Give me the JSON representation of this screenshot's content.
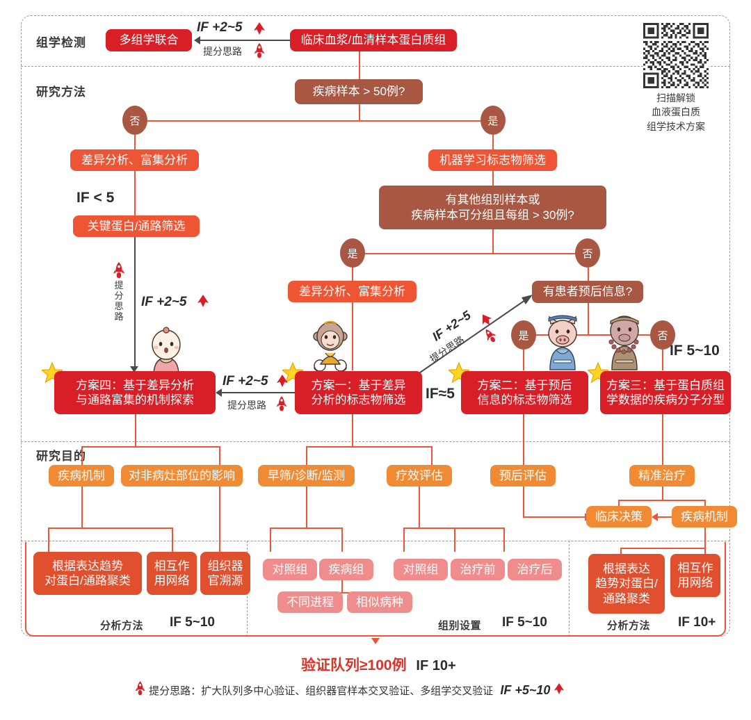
{
  "sections": {
    "omics_label": "组学检测",
    "methods_label": "研究方法",
    "aims_label": "研究目的"
  },
  "qr": {
    "caption_line1": "扫描解锁",
    "caption_line2": "血液蛋白质",
    "caption_line3": "组学技术方案",
    "icon": "qr-code-icon"
  },
  "omics": {
    "multi_omics": "多组学联合",
    "clinical_proteome": "临床血浆/血清样本蛋白质组",
    "if_gain": "IF +2~5",
    "tip_label": "提分思路"
  },
  "methods": {
    "q_sample50": "疾病样本 > 50例?",
    "no": "否",
    "yes": "是",
    "diff_enrich_left": "差异分析、富集分析",
    "ml_marker": "机器学习标志物筛选",
    "q_subgroup": "有其他组别样本或\n疾病样本可分组且每组 > 30例?",
    "key_protein": "关键蛋白/通路筛选",
    "diff_enrich_mid": "差异分析、富集分析",
    "q_prognosis": "有患者预后信息?",
    "if_lt5": "IF < 5",
    "if_gain25": "IF +2~5",
    "if_approx5": "IF≈5",
    "if_5_10": "IF 5~10",
    "tip_label": "提分思路",
    "tip_vertical": "提分思路"
  },
  "plans": {
    "plan4": "方案四：基于差异分析\n与通路富集的机制探索",
    "plan1": "方案一：基于差异\n分析的标志物筛选",
    "plan2": "方案二：基于预后\n信息的标志物筛选",
    "plan3": "方案三：基于蛋白质组\n学数据的疾病分子分型"
  },
  "aims": [
    {
      "label": "疾病机制"
    },
    {
      "label": "对非病灶部位的影响"
    },
    {
      "label": "早筛/诊断/监测"
    },
    {
      "label": "疗效评估"
    },
    {
      "label": "预后评估"
    },
    {
      "label": "精准治疗"
    },
    {
      "label": "临床决策"
    },
    {
      "label": "疾病机制"
    }
  ],
  "bottom_panels": [
    {
      "name": "analysis-left",
      "footer_label": "分析方法",
      "footer_if": "IF 5~10",
      "items": [
        "根据表达趋势\n对蛋白/通路聚类",
        "相互作\n用网络",
        "组织器\n官溯源"
      ]
    },
    {
      "name": "group-setting",
      "footer_label": "组别设置",
      "footer_if": "IF 5~10",
      "items": [
        "对照组",
        "疾病组",
        "不同进程",
        "相似病种",
        "对照组",
        "治疗前",
        "治疗后"
      ]
    },
    {
      "name": "analysis-right",
      "footer_label": "分析方法",
      "footer_if": "IF 10+",
      "items": [
        "根据表达\n趋势对蛋白/\n通路聚类",
        "相互作\n用网络"
      ]
    }
  ],
  "footer": {
    "validation": "验证队列≥100例",
    "validation_if": "IF 10+",
    "tip_label": "提分思路：",
    "tip_text": "扩大队列多中心验证、组织器官样本交叉验证、多组学交叉验证",
    "tip_if": "IF +5~10"
  },
  "colors": {
    "red": "#d81f27",
    "orange": "#ee5535",
    "orange_light": "#f08a33",
    "brown": "#a85742",
    "pink": "#ef8d8d",
    "deep_orange": "#e0502f",
    "star": "#ffd524",
    "dash": "#9a9a9a"
  }
}
